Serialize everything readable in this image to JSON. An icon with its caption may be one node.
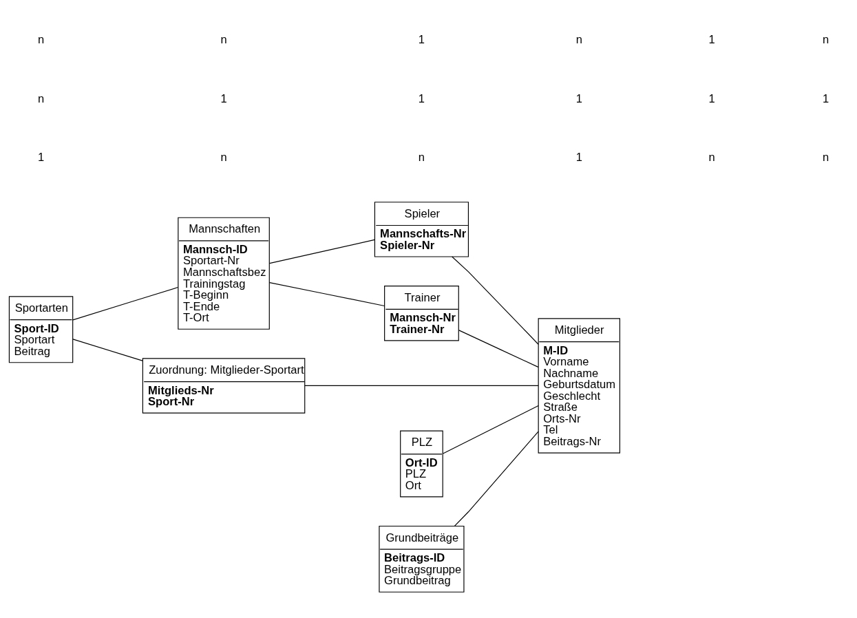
{
  "diagram": {
    "nodes": [
      {
        "text": [
          "Mannschaften",
          "**Mannsch-ID**",
          "Sportart-Nr",
          "Mannschaftsbez",
          "Trainingstag",
          "T-Beginn",
          "T-Ende",
          "T-Ort"
        ]
      },
      {
        "text": [
          "Spieler",
          "**Mannschafts-Nr**",
          "**Spieler-Nr**"
        ]
      },
      {
        "text": [
          "Trainer",
          "**Mannsch-Nr**",
          "**Trainer-Nr**"
        ]
      },
      {
        "text": [
          "Sportarten",
          "**Sport-ID**",
          "Sportart",
          "Beitrag"
        ]
      },
      {
        "text": [
          "Zuordnung: Mitglieder-Sportart",
          "**Mitglieds-Nr**",
          "**Sport-Nr**"
        ]
      },
      {
        "text": [
          "Mitglieder",
          "**M-ID**",
          "Vorname",
          "Nachname",
          "Geburtsdatum",
          "Geschlecht",
          "Straße",
          "Orts-Nr",
          "Tel",
          "Beitrags-Nr"
        ]
      },
      {
        "text": [
          "PLZ",
          "**Ort-ID**",
          "PLZ",
          "Ort"
        ]
      },
      {
        "text": [
          "Grundbeiträge",
          "**Beitrags-ID**",
          "Beitragsgruppe",
          "Grundbeitrag"
        ]
      }
    ],
    "edges": [
      {
        "from": 3,
        "to": 0,
        "arrow": "none"
      },
      {
        "from": 0,
        "to": 1,
        "arrow": "none"
      },
      {
        "from": 0,
        "to": 2,
        "arrow": "none"
      },
      {
        "from": 3,
        "to": 4,
        "arrow": "none"
      },
      {
        "from": 1,
        "to": 5,
        "arrow": "none"
      },
      {
        "from": 2,
        "to": 5,
        "arrow": "none"
      },
      {
        "from": 4,
        "to": 5,
        "arrow": "none"
      },
      {
        "from": 6,
        "to": 5,
        "arrow": "none"
      },
      {
        "from": 7,
        "to": 5,
        "arrow": "none"
      }
    ],
    "labels": [
      "1",
      "n",
      "n",
      "1",
      "n",
      "n",
      "n",
      "1",
      "1",
      "1",
      "1",
      "1",
      "n",
      "n",
      "1",
      "n",
      "1",
      "n"
    ]
  }
}
